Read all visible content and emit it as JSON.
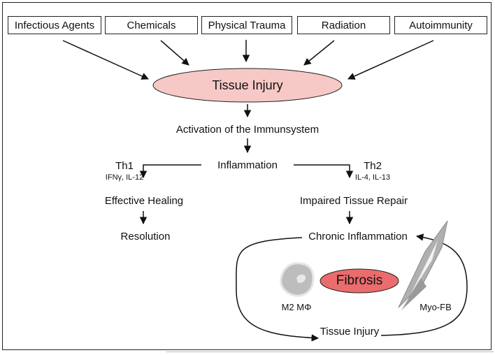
{
  "sources": [
    "Infectious Agents",
    "Chemicals",
    "Physical Trauma",
    "Radiation",
    "Autoimmunity"
  ],
  "tissue_injury_top": "Tissue Injury",
  "activation": "Activation of the Immunsystem",
  "inflammation": "Inflammation",
  "th1": {
    "title": "Th1",
    "cytokines": "IFNγ, IL-12"
  },
  "th2": {
    "title": "Th2",
    "cytokines": "IL-4, IL-13"
  },
  "effective_healing": "Effective Healing",
  "resolution": "Resolution",
  "impaired_repair": "Impaired Tissue Repair",
  "chronic_inflammation": "Chronic Inflammation",
  "fibrosis": "Fibrosis",
  "m2_macrophage": "M2 MΦ",
  "myofibroblast": "Myo-FB",
  "tissue_injury_bottom": "Tissue Injury",
  "colors": {
    "ellipse_fill": "#f6c9c6",
    "fibrosis_fill": "#ea6c6c",
    "cell_gray": "#bdbdbd"
  }
}
